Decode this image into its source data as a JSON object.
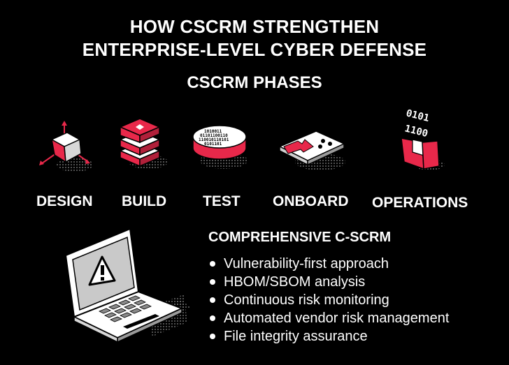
{
  "header": {
    "title_line1": "HOW CSCRM STRENGTHEN",
    "title_line2": "ENTERPRISE-LEVEL CYBER DEFENSE",
    "subtitle": "CSCRM PHASES"
  },
  "phases": [
    {
      "label": "DESIGN",
      "icon": "cube-icon"
    },
    {
      "label": "BUILD",
      "icon": "stack-icon"
    },
    {
      "label": "TEST",
      "icon": "binary-disc-icon"
    },
    {
      "label": "ONBOARD",
      "icon": "arrow-panel-icon"
    },
    {
      "label": "OPERATIONS",
      "icon": "binary-folder-icon"
    }
  ],
  "comprehensive": {
    "title": "COMPREHENSIVE C-SCRM",
    "items": [
      "Vulnerability-first approach",
      "HBOM/SBOM analysis",
      "Continuous risk monitoring",
      "Automated vendor risk management",
      "File integrity assurance"
    ]
  },
  "colors": {
    "background": "#000000",
    "text": "#ffffff",
    "accent": "#e8284a",
    "gray": "#c9c9c9"
  }
}
